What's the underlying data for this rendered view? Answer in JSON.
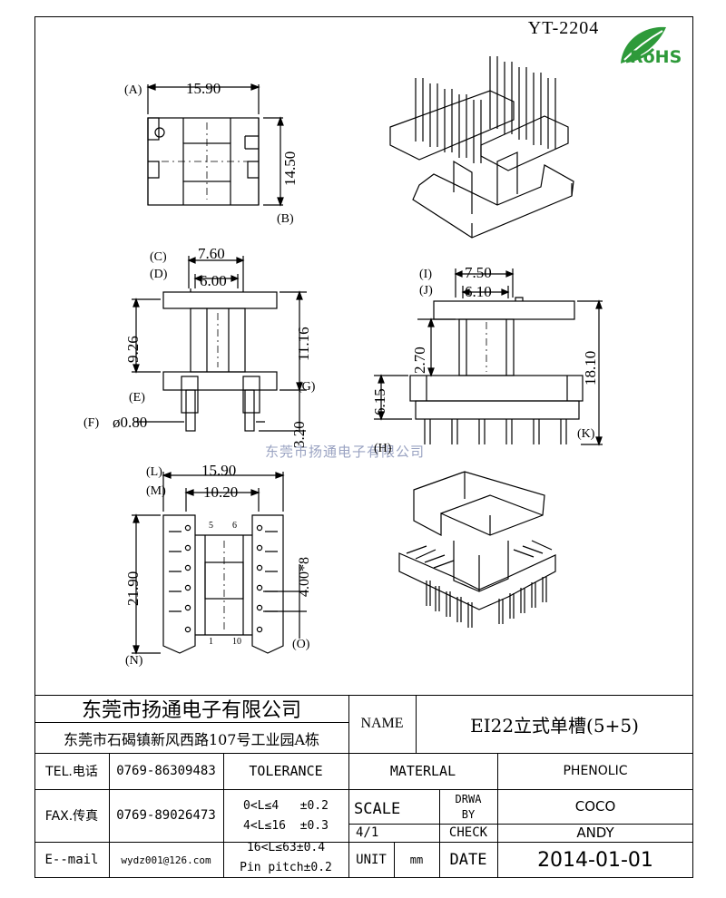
{
  "header": {
    "part_no": "YT-2204",
    "rohs_label": "RoHS"
  },
  "watermark": "东莞市扬通电子有限公司",
  "views": {
    "top": {
      "dim_a_label": "(A)",
      "dim_a": "15.90",
      "dim_b_label": "(B)",
      "dim_b": "14.50"
    },
    "front": {
      "c_label": "(C)",
      "c": "7.60",
      "d_label": "(D)",
      "d": "6.00",
      "e_label": "(E)",
      "e": "9.26",
      "g_label": "(G)",
      "g": "11.16",
      "f_label": "(F)",
      "f": "ø0.80",
      "pin_len": "3.20"
    },
    "side": {
      "i_label": "(I)",
      "i": "7.50",
      "j_label": "(J)",
      "j": "6.10",
      "h_label": "(H)",
      "h": "6.15",
      "k_label": "(K)",
      "k": "18.10",
      "x": "2.70"
    },
    "bottom": {
      "l_label": "(L)",
      "l": "15.90",
      "m_label": "(M)",
      "m": "10.20",
      "n_label": "(N)",
      "n": "21.90",
      "o_label": "(O)",
      "o": "4.00*8",
      "pin_5": "5",
      "pin_6": "6",
      "pin_1": "1",
      "pin_10": "10"
    }
  },
  "title_block": {
    "company_cn": "东莞市扬通电子有限公司",
    "address": "东莞市石碣镇新风西路107号工业园A栋",
    "name_label": "NAME",
    "name_value": "EI22立式单槽(5+5)",
    "tel_label": "TEL.电话",
    "tel": "0769-86309483",
    "fax_label": "FAX.传真",
    "fax": "0769-89026473",
    "email_label": "E--mail",
    "email": "wydz001@126.com",
    "tolerance_label": "TOLERANCE",
    "tol_1": "0<L≤4   ±0.2",
    "tol_2": "4<L≤16  ±0.3",
    "tol_3": "16<L≤63±0.4",
    "tol_4": "Pin pitch±0.2",
    "material_label": "MATERLAL",
    "material": "PHENOLIC",
    "scale_label": "SCALE",
    "scale": "4/1",
    "drawn_label_1": "DRWA",
    "drawn_label_2": "BY",
    "drawn": "COCO",
    "check_label": "CHECK",
    "check": "ANDY",
    "unit_label": "UNIT",
    "unit": "mm",
    "date_label": "DATE",
    "date": "2014-01-01"
  },
  "colors": {
    "ink": "#000000",
    "rohs_green": "#2e9a3a",
    "watermark": "#9aa3c2"
  }
}
